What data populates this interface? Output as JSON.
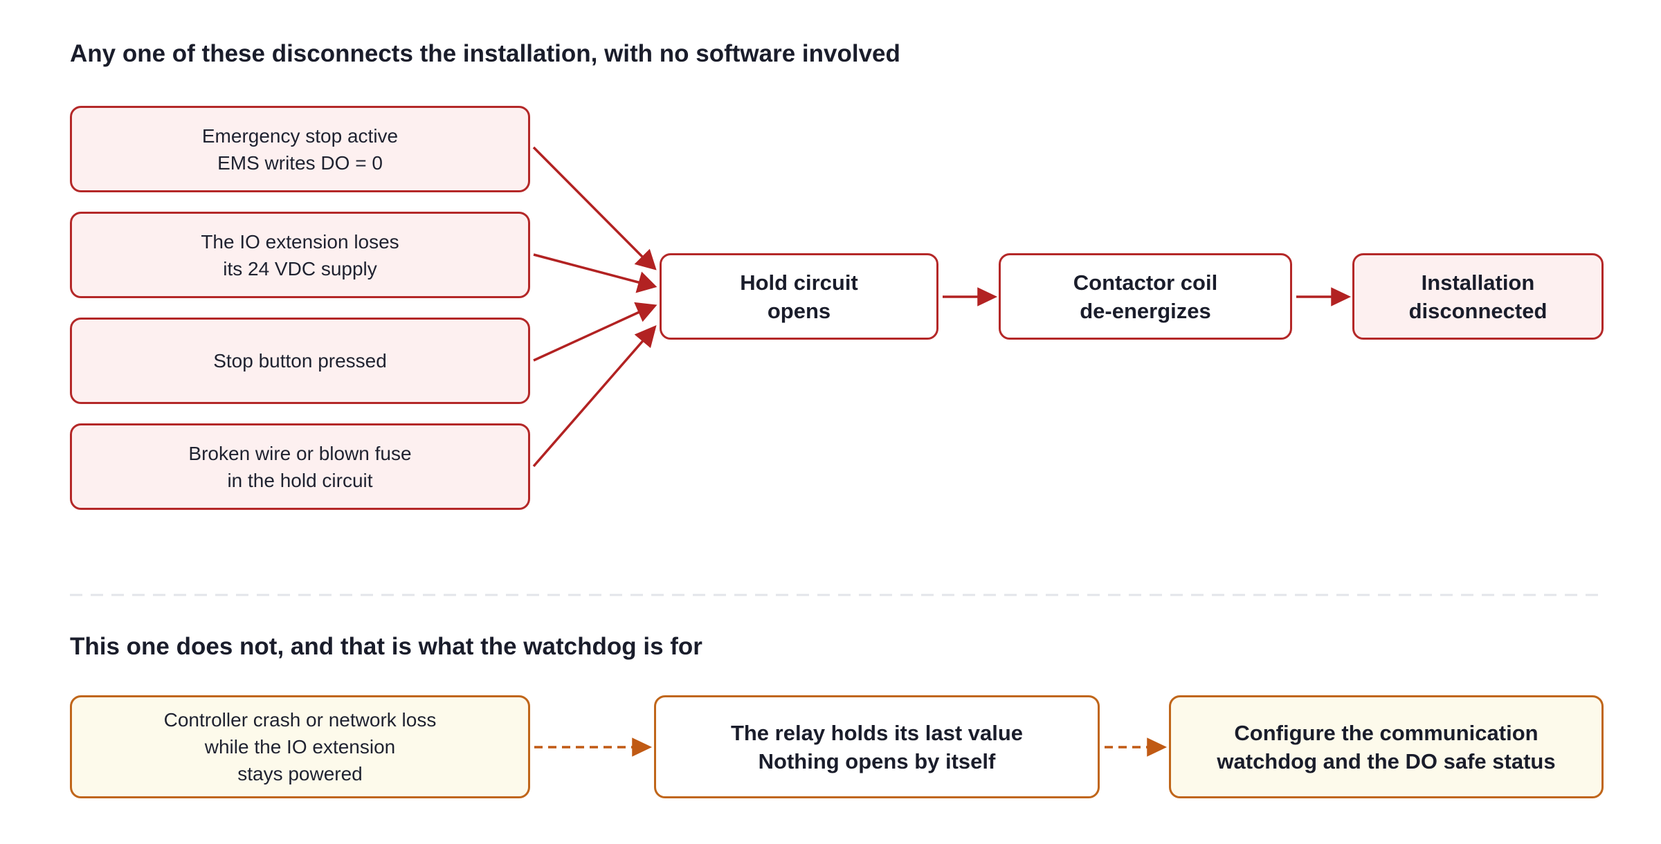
{
  "sections": {
    "top_heading": "Any one of these disconnects the installation, with no software involved",
    "bottom_heading": "This one does not, and that is what the watchdog is for"
  },
  "triggers": [
    {
      "lines": [
        "Emergency stop active",
        "EMS writes DO = 0"
      ]
    },
    {
      "lines": [
        "The IO extension loses",
        "its 24 VDC supply"
      ]
    },
    {
      "lines": [
        "Stop button pressed"
      ]
    },
    {
      "lines": [
        "Broken wire or blown fuse",
        "in the hold circuit"
      ]
    }
  ],
  "chain": [
    {
      "lines": [
        "Hold circuit",
        "opens"
      ]
    },
    {
      "lines": [
        "Contactor coil",
        "de-energizes"
      ]
    },
    {
      "lines": [
        "Installation",
        "disconnected"
      ]
    }
  ],
  "watchdog_flow": [
    {
      "lines": [
        "Controller crash or network loss",
        "while the IO extension",
        "stays powered"
      ]
    },
    {
      "lines": [
        "The relay holds its last value",
        "Nothing opens by itself"
      ]
    },
    {
      "lines": [
        "Configure the communication",
        "watchdog and the DO safe status"
      ]
    }
  ],
  "colors": {
    "red_border": "#b42828",
    "red_fill": "#fdf0f0",
    "red_arrow": "#b22222",
    "amber_border": "#c0661a",
    "amber_fill": "#fdfaeb",
    "amber_arrow": "#c05a14",
    "divider": "#e3e5ea",
    "heading_text": "#1a1d2b"
  }
}
